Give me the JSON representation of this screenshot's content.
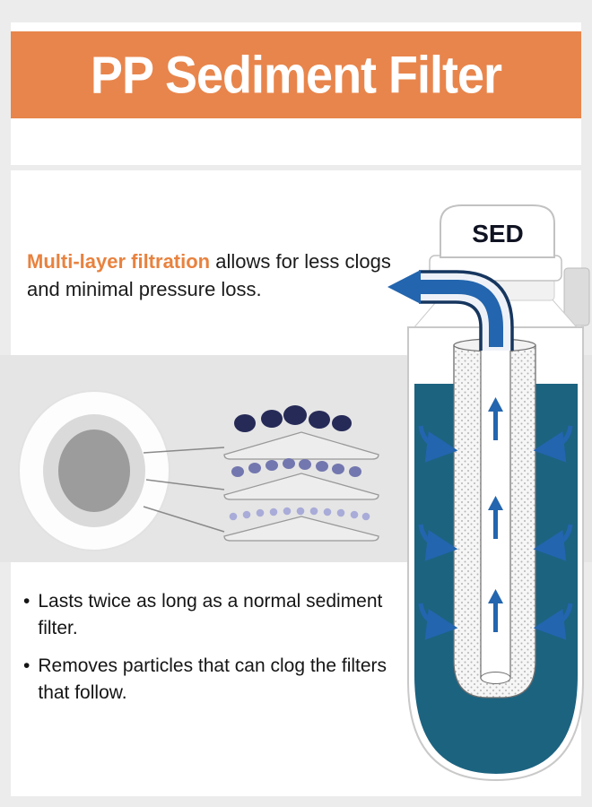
{
  "header": {
    "title": "PP Sediment Filter"
  },
  "intro": {
    "highlight": "Multi-layer filtration",
    "rest": " allows for less clogs and minimal pressure loss."
  },
  "diagram": {
    "cap_label": "SED"
  },
  "bullet_char": "•",
  "bullets": [
    "Lasts twice as long as a normal sediment filter.",
    "Removes particles that can clog the filters that follow."
  ],
  "colors": {
    "banner_orange": "#E8854C",
    "highlight_orange": "#E8823F",
    "band_gray": "#E5E5E5",
    "water_teal": "#1C6380",
    "arrow_blue": "#2365AE",
    "pipe_navy": "#16365F",
    "particle_dark": "#262A57",
    "particle_medium": "#7377AF",
    "particle_light": "#A9ACD8"
  }
}
